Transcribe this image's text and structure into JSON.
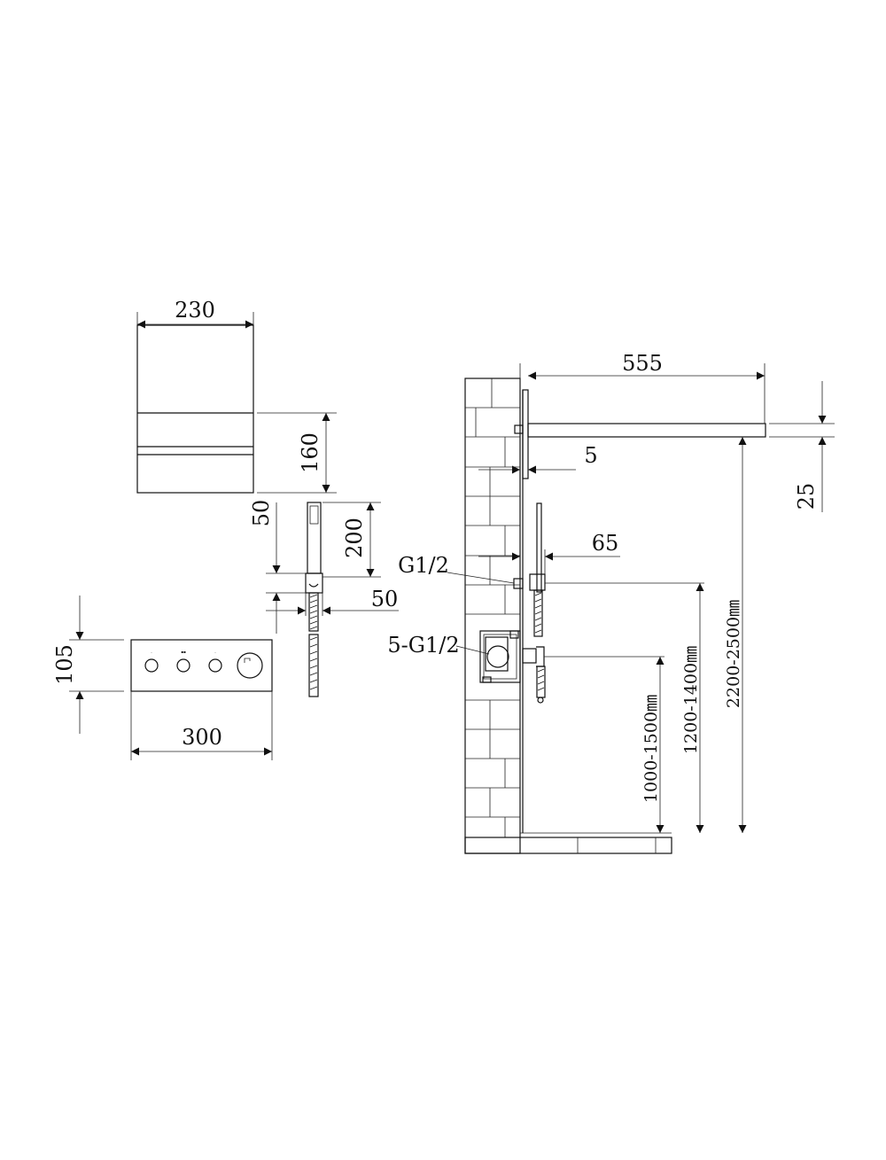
{
  "dimensions": {
    "head_width": "230",
    "head_height": "160",
    "handshower_top": "50",
    "handshower_length": "200",
    "handshower_bottom": "50",
    "valve_height": "105",
    "valve_width": "300",
    "arm_length": "555",
    "wall_gap": "5",
    "head_thickness": "25",
    "bracket_depth": "65",
    "outlet_thread": "G1/2",
    "valve_thread": "5-G1/2",
    "valve_install_height": "1000-1500㎜",
    "outlet_install_height": "1200-1400㎜",
    "head_install_height": "2200-2500㎜"
  }
}
